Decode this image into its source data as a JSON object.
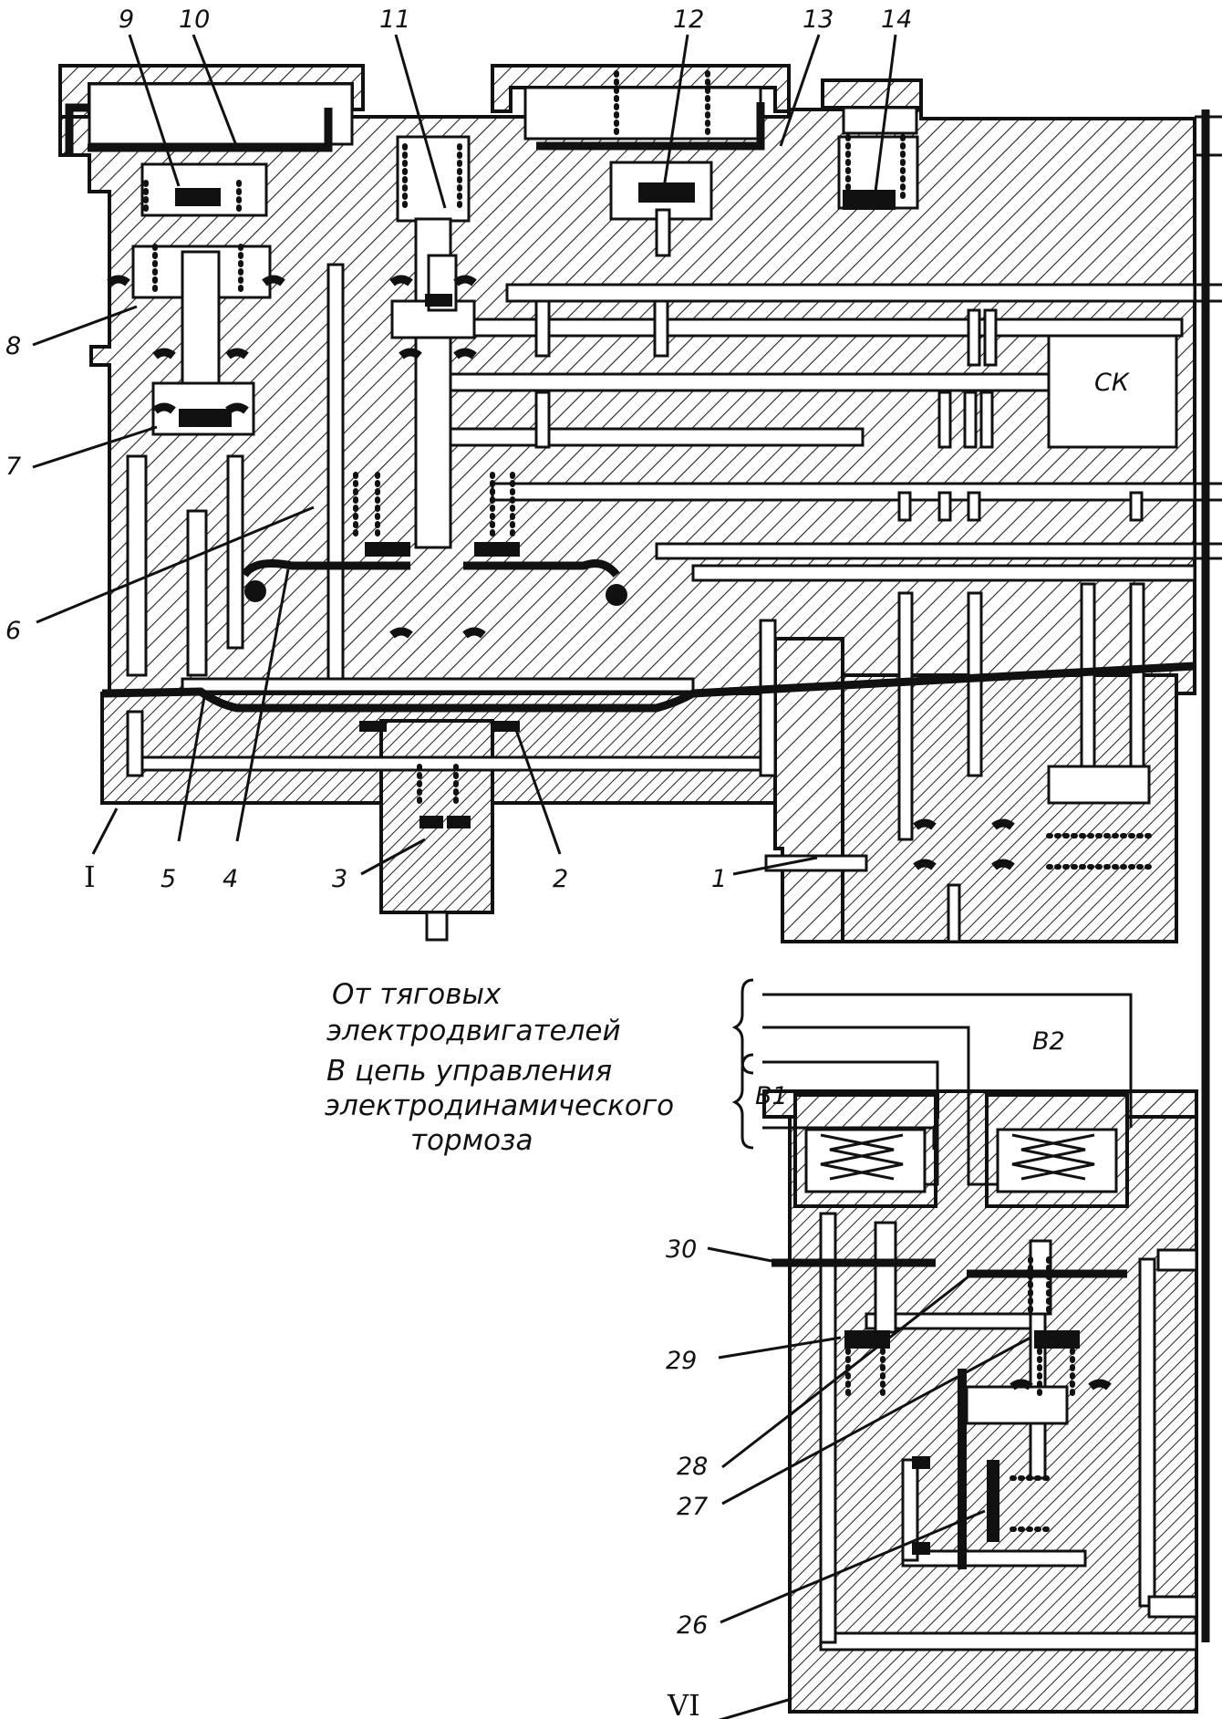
{
  "labels": {
    "n9": "9",
    "n10": "10",
    "n11": "11",
    "n12": "12",
    "n13": "13",
    "n14": "14",
    "n8": "8",
    "n7": "7",
    "n6": "6",
    "n5": "5",
    "n4": "4",
    "n3": "3",
    "n2": "2",
    "n1": "1",
    "nI": "I",
    "ck": "СК",
    "b1": "В1",
    "b2": "В2",
    "n30": "30",
    "n29": "29",
    "n28": "28",
    "n27": "27",
    "n26": "26",
    "nVI": "VI"
  },
  "caption": {
    "line1": "От тяговых",
    "line2": "электродвигателей",
    "line3": "В цепь  управления",
    "line4": "электродинамического",
    "line5": "тормоза"
  }
}
